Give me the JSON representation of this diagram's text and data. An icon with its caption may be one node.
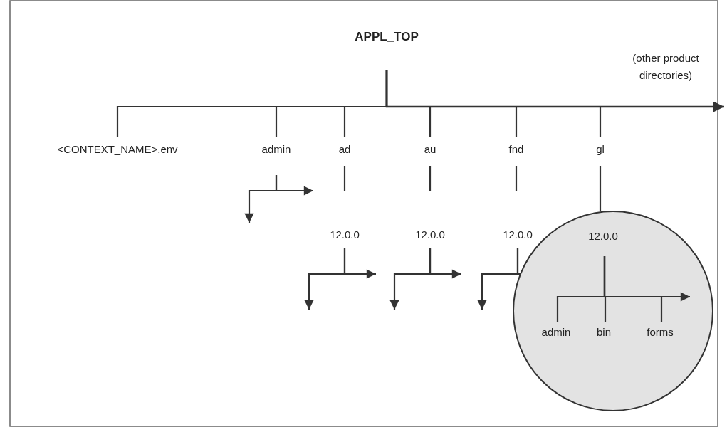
{
  "diagram": {
    "nodes": [
      {
        "text": [
          "APPL_TOP"
        ]
      },
      {
        "text": [
          "(other product directories)"
        ]
      },
      {
        "text": [
          "<CONTEXT_NAME>.env"
        ]
      },
      {
        "text": [
          "admin"
        ]
      },
      {
        "text": [
          "ad"
        ]
      },
      {
        "text": [
          "au"
        ]
      },
      {
        "text": [
          "fnd"
        ]
      },
      {
        "text": [
          "gl"
        ]
      },
      {
        "text": [
          "12.0.0"
        ]
      },
      {
        "text": [
          "12.0.0"
        ]
      },
      {
        "text": [
          "12.0.0"
        ]
      },
      {
        "text": [],
        "shape": "circle"
      },
      {
        "text": [
          "12.0.0"
        ],
        "in": 11
      },
      {
        "text": [
          "admin"
        ],
        "in": 11
      },
      {
        "text": [
          "bin"
        ],
        "in": 11
      },
      {
        "text": [
          "forms"
        ],
        "in": 11
      }
    ],
    "edges": [
      {
        "from": 0,
        "to": 1,
        "arrow": "to"
      },
      {
        "from": 0,
        "to": 2,
        "arrow": "none"
      },
      {
        "from": 0,
        "to": 3,
        "arrow": "none"
      },
      {
        "from": 0,
        "to": 4,
        "arrow": "none"
      },
      {
        "from": 0,
        "to": 5,
        "arrow": "none"
      },
      {
        "from": 0,
        "to": 6,
        "arrow": "none"
      },
      {
        "from": 0,
        "to": 7,
        "arrow": "none"
      },
      {
        "from": 3,
        "to": null,
        "arrow": "to"
      },
      {
        "from": 3,
        "to": null,
        "arrow": "to"
      },
      {
        "from": 4,
        "to": 8,
        "arrow": "none"
      },
      {
        "from": 5,
        "to": 9,
        "arrow": "none"
      },
      {
        "from": 6,
        "to": 10,
        "arrow": "none"
      },
      {
        "from": 7,
        "to": 11,
        "arrow": "none"
      },
      {
        "from": 8,
        "to": null,
        "arrow": "to"
      },
      {
        "from": 8,
        "to": null,
        "arrow": "to"
      },
      {
        "from": 9,
        "to": null,
        "arrow": "to"
      },
      {
        "from": 9,
        "to": null,
        "arrow": "to"
      },
      {
        "from": 10,
        "to": null,
        "arrow": "to"
      },
      {
        "from": 10,
        "to": null,
        "arrow": "to"
      },
      {
        "from": 12,
        "to": 13,
        "arrow": "none"
      },
      {
        "from": 12,
        "to": 14,
        "arrow": "none"
      },
      {
        "from": 12,
        "to": 15,
        "arrow": "none"
      },
      {
        "from": 12,
        "to": null,
        "arrow": "to"
      }
    ]
  }
}
